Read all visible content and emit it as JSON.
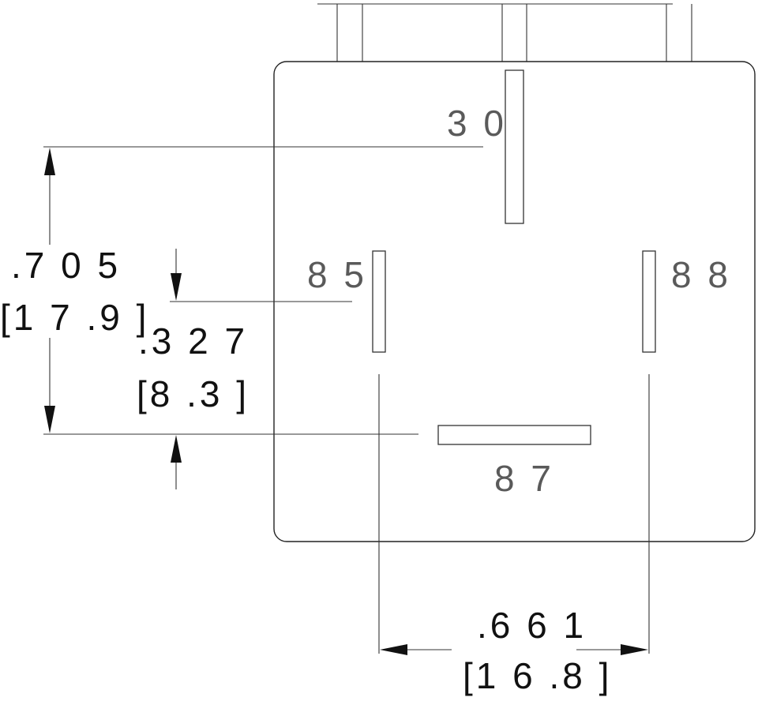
{
  "pins": {
    "p30": "3 0",
    "p85": "8 5",
    "p88": "8 8",
    "p87": "8 7"
  },
  "dimensions": {
    "height_in": ".7 0 5",
    "height_mm": "[1 7 .9 ]",
    "offset_in": ".3 2 7",
    "offset_mm": "[8 .3 ]",
    "width_in": ".6 6 1",
    "width_mm": "[1 6 .8 ]"
  }
}
